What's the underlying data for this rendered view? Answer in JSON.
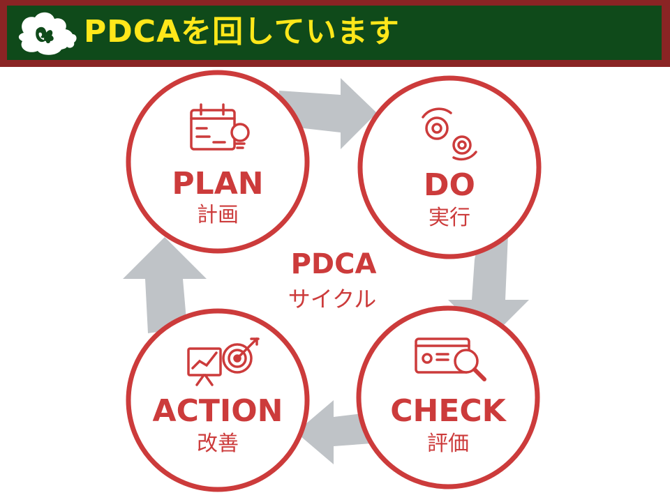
{
  "header": {
    "title": "PDCAを回しています",
    "logo_icon": "fleur-de-lis-icon"
  },
  "center": {
    "title": "PDCA",
    "subtitle": "サイクル"
  },
  "steps": [
    {
      "en": "PLAN",
      "jp": "計画",
      "icon": "calendar-lightbulb-icon"
    },
    {
      "en": "DO",
      "jp": "実行",
      "icon": "gears-icon"
    },
    {
      "en": "CHECK",
      "jp": "評価",
      "icon": "magnifier-window-icon"
    },
    {
      "en": "ACTION",
      "jp": "改善",
      "icon": "target-chart-icon"
    }
  ],
  "colors": {
    "header_frame": "#8a2424",
    "header_bg": "#0f4a1a",
    "title_text": "#ffe71a",
    "accent_red": "#cc3b3b",
    "arrow_gray": "#bfc3c7"
  }
}
